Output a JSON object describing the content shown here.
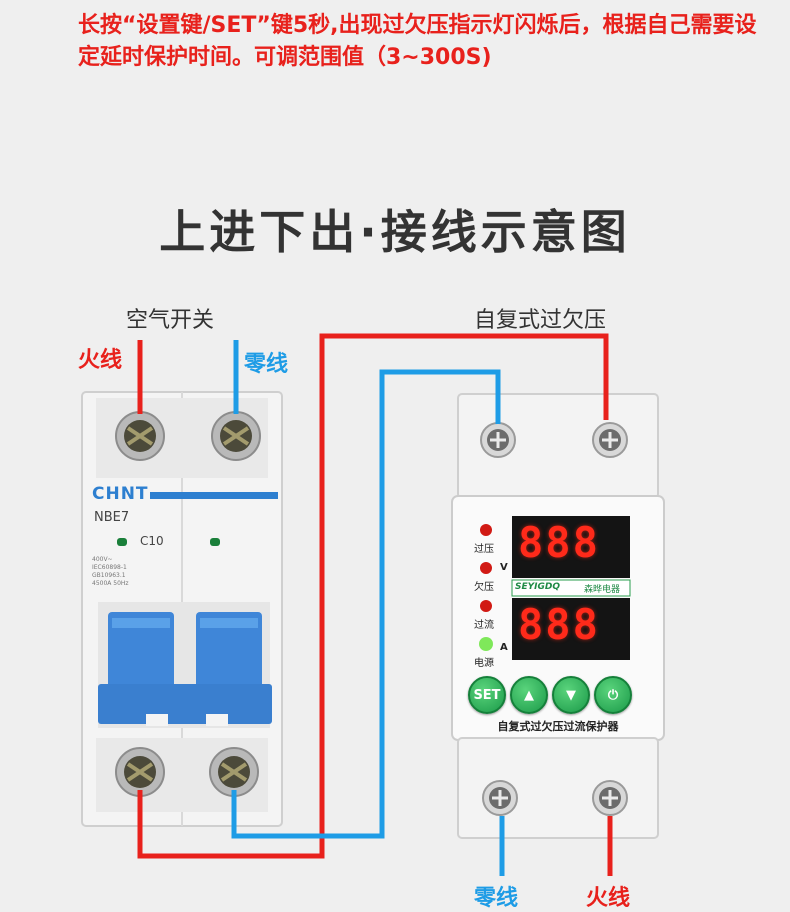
{
  "instruction": "长按“设置键/SET”键5秒,出现过欠压指示灯闪烁后，根据自己需要设定延时保护时间。可调范围值（3~300S)",
  "title": "上进下出·接线示意图",
  "breaker": {
    "label": "空气开关",
    "brand": "CHNT",
    "model": "NBE7",
    "rating": "C10",
    "spec_lines": [
      "400V~",
      "IEC60898-1",
      "GB10963.1",
      "4500A  50Hz"
    ]
  },
  "protector": {
    "label": "自复式过欠压",
    "leds": [
      "过压",
      "欠压",
      "过流",
      "电源"
    ],
    "unit_v": "V",
    "unit_a": "A",
    "brand_strip_left": "SEYIGDQ",
    "brand_strip_right": "森晔电器",
    "display_top": "888",
    "display_bottom": "888",
    "buttons": [
      "SET",
      "▲",
      "▼",
      "⏻"
    ],
    "caption": "自复式过欠压过流保护器"
  },
  "wires": {
    "live_top": "火线",
    "neutral_top": "零线",
    "neutral_bottom": "零线",
    "live_bottom": "火线"
  },
  "colors": {
    "live": "#e8211c",
    "neutral": "#1e9ce6",
    "handle": "#3f86d8",
    "button_green": "#22a352"
  }
}
